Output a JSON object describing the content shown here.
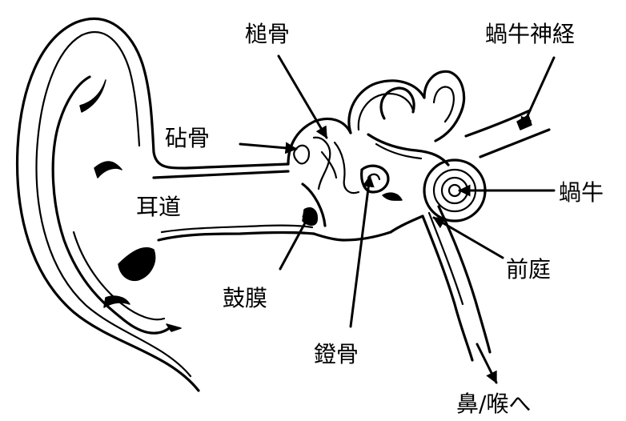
{
  "labels": {
    "malleus": "槌骨",
    "incus": "砧骨",
    "ear_canal": "耳道",
    "eardrum": "鼓膜",
    "stapes": "鐙骨",
    "cochlear_nerve": "蝸牛神経",
    "cochlea": "蝸牛",
    "vestibule": "前庭",
    "nose_throat": "鼻/喉へ"
  }
}
